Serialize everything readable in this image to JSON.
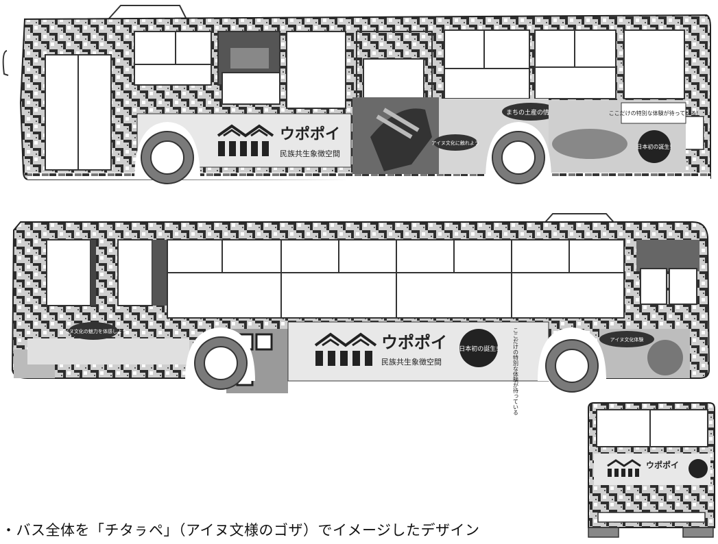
{
  "brand": {
    "name": "ウポポイ",
    "subtitle": "民族共生象徴空間",
    "badge": "日本初の誕生!"
  },
  "bus1": {
    "sign_center": "まちの土産の情報",
    "sign_right": "ここだけの特別な体験が待っている!",
    "sign_bottom": "アイヌ文化に触れよう",
    "badge": "日本初の誕生!"
  },
  "bus2": {
    "sign_left": "アイヌ文化の魅力を体感しよう",
    "sign_right": "アイヌ文化体験",
    "vertical_text": "ここだけの特別な体験が待っている",
    "badge": "日本初の誕生!"
  },
  "caption": "・バス全体を「チタㇻペ」（アイヌ文様のゴザ）でイメージしたデザイン"
}
